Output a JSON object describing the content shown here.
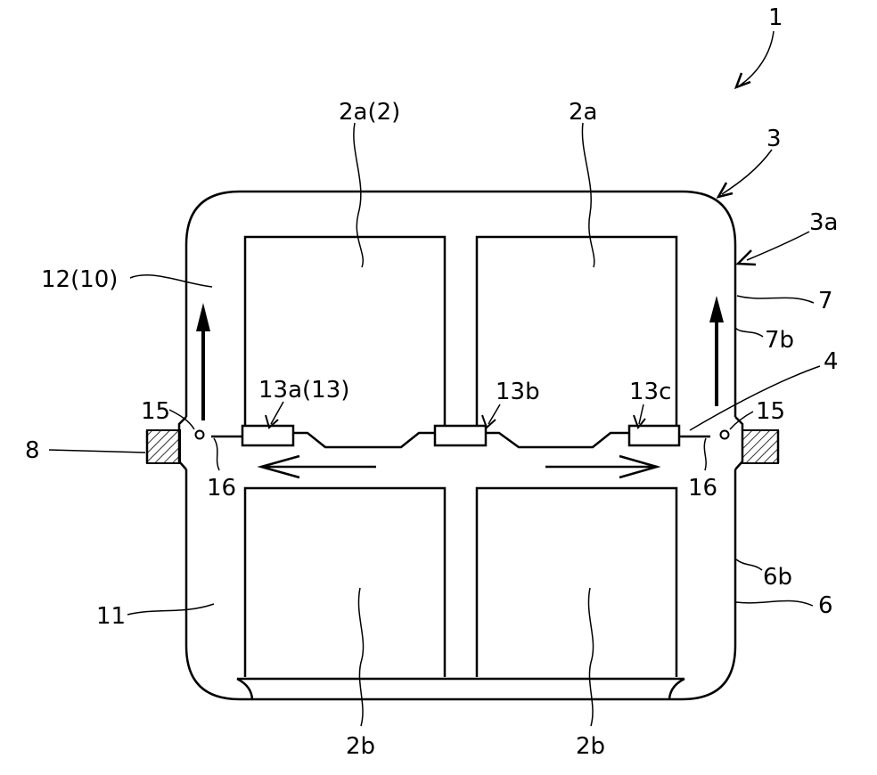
{
  "labels": {
    "l1": "1",
    "l3": "3",
    "l3a": "3a",
    "l2a_2": "2a(2)",
    "l2a": "2a",
    "l12_10": "12(10)",
    "l7": "7",
    "l7b": "7b",
    "l4": "4",
    "l13a_13": "13a(13)",
    "l13b": "13b",
    "l13c": "13c",
    "l15_left": "15",
    "l15_right": "15",
    "l8": "8",
    "l16_left": "16",
    "l16_right": "16",
    "l11": "11",
    "l6b": "6b",
    "l6": "6",
    "l2b_left": "2b",
    "l2b_right": "2b"
  }
}
